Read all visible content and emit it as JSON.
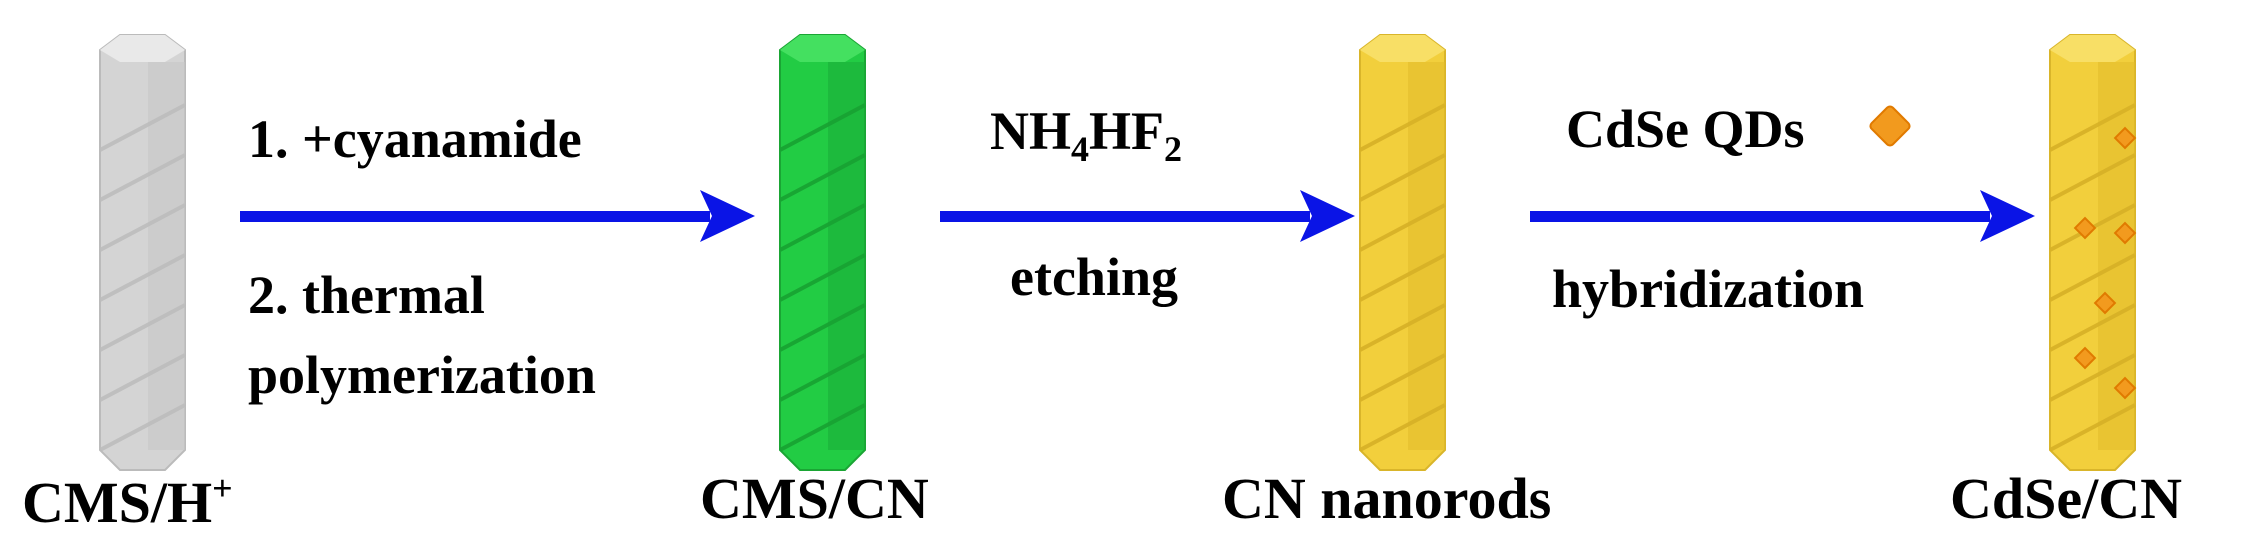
{
  "rods": [
    {
      "label": "CMS/H",
      "label_sup": "+",
      "color": "#d4d4d4",
      "edge": "#b8b8b8",
      "top": "#e8e8e8"
    },
    {
      "label": "CMS/CN",
      "color": "#22cc44",
      "edge": "#1aa534",
      "top": "#33dd55"
    },
    {
      "label": "CN nanorods",
      "color": "#f2cf3c",
      "edge": "#d9b52a",
      "top": "#f7dc5a"
    },
    {
      "label": "CdSe/CN",
      "color": "#f2cf3c",
      "edge": "#d9b52a",
      "top": "#f7dc5a"
    }
  ],
  "steps": [
    {
      "line1": "1. +cyanamide",
      "line2": "2. thermal",
      "line3": "polymerization"
    },
    {
      "reagent_main": "NH",
      "reagent_sub1": "4",
      "reagent_mid": "HF",
      "reagent_sub2": "2",
      "process": "etching"
    },
    {
      "reagent": "CdSe QDs",
      "process": "hybridization"
    }
  ],
  "colors": {
    "arrow": "#0a14e6",
    "qd": "#f29a1e",
    "qd_edge": "#e07a00"
  }
}
